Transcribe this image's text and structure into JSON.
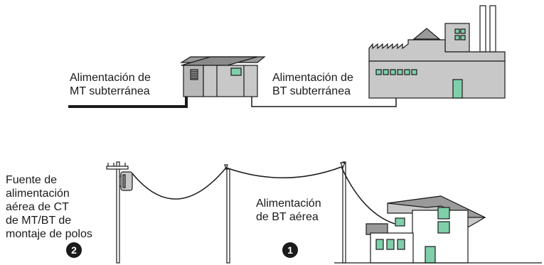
{
  "labels": {
    "mt_underground": [
      "Alimentación de",
      "MT subterránea"
    ],
    "bt_underground": [
      "Alimentación de",
      "BT subterránea"
    ],
    "pole_source": [
      "Fuente de",
      "alimentación",
      "aérea de CT",
      "de MT/BT de",
      "montaje de polos"
    ],
    "bt_overhead": [
      "Alimentación",
      "de BT aérea"
    ]
  },
  "badges": {
    "pole_source": "2",
    "bt_overhead": "1"
  },
  "colors": {
    "stroke": "#1a1a1a",
    "building_gray": "#c8c8c8",
    "roof_gray": "#9a9a9a",
    "window_green": "#7fcfaa",
    "background": "#ffffff"
  }
}
